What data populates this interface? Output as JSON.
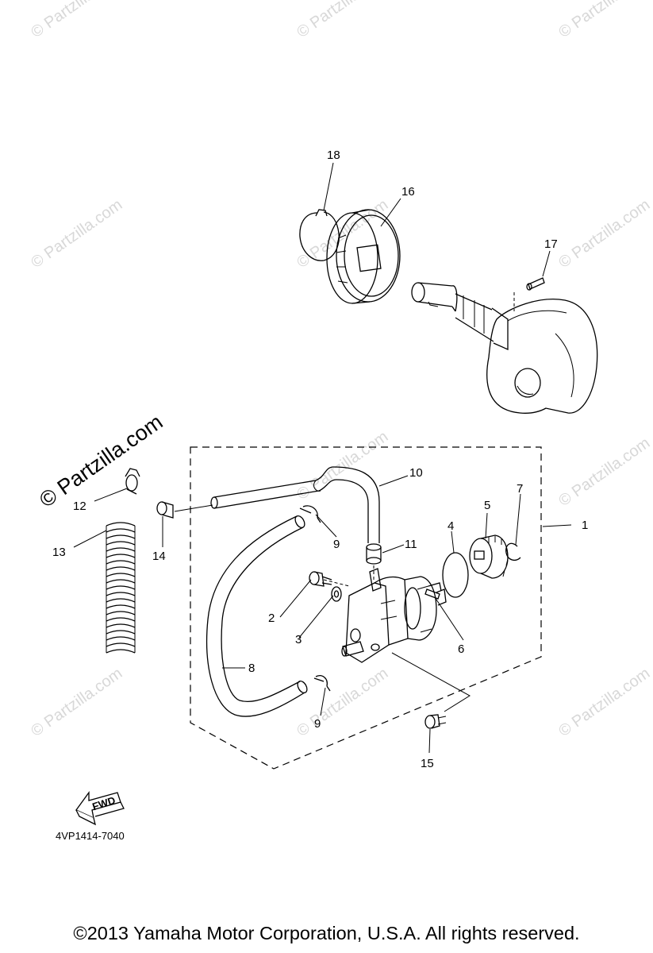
{
  "diagram": {
    "watermark": "© Partzilla.com",
    "callouts": {
      "c1": "1",
      "c2": "2",
      "c3": "3",
      "c4": "4",
      "c5": "5",
      "c6": "6",
      "c7": "7",
      "c8": "8",
      "c9a": "9",
      "c9b": "9",
      "c10": "10",
      "c11": "11",
      "c12": "12",
      "c13": "13",
      "c14": "14",
      "c15": "15",
      "c16": "16",
      "c17": "17",
      "c18": "18"
    },
    "fwd_label": "FWD",
    "diagram_code": "4VP1414-7040"
  },
  "footer": {
    "copyright": "©2013  Yamaha Motor Corporation, U.S.A. All rights reserved."
  }
}
